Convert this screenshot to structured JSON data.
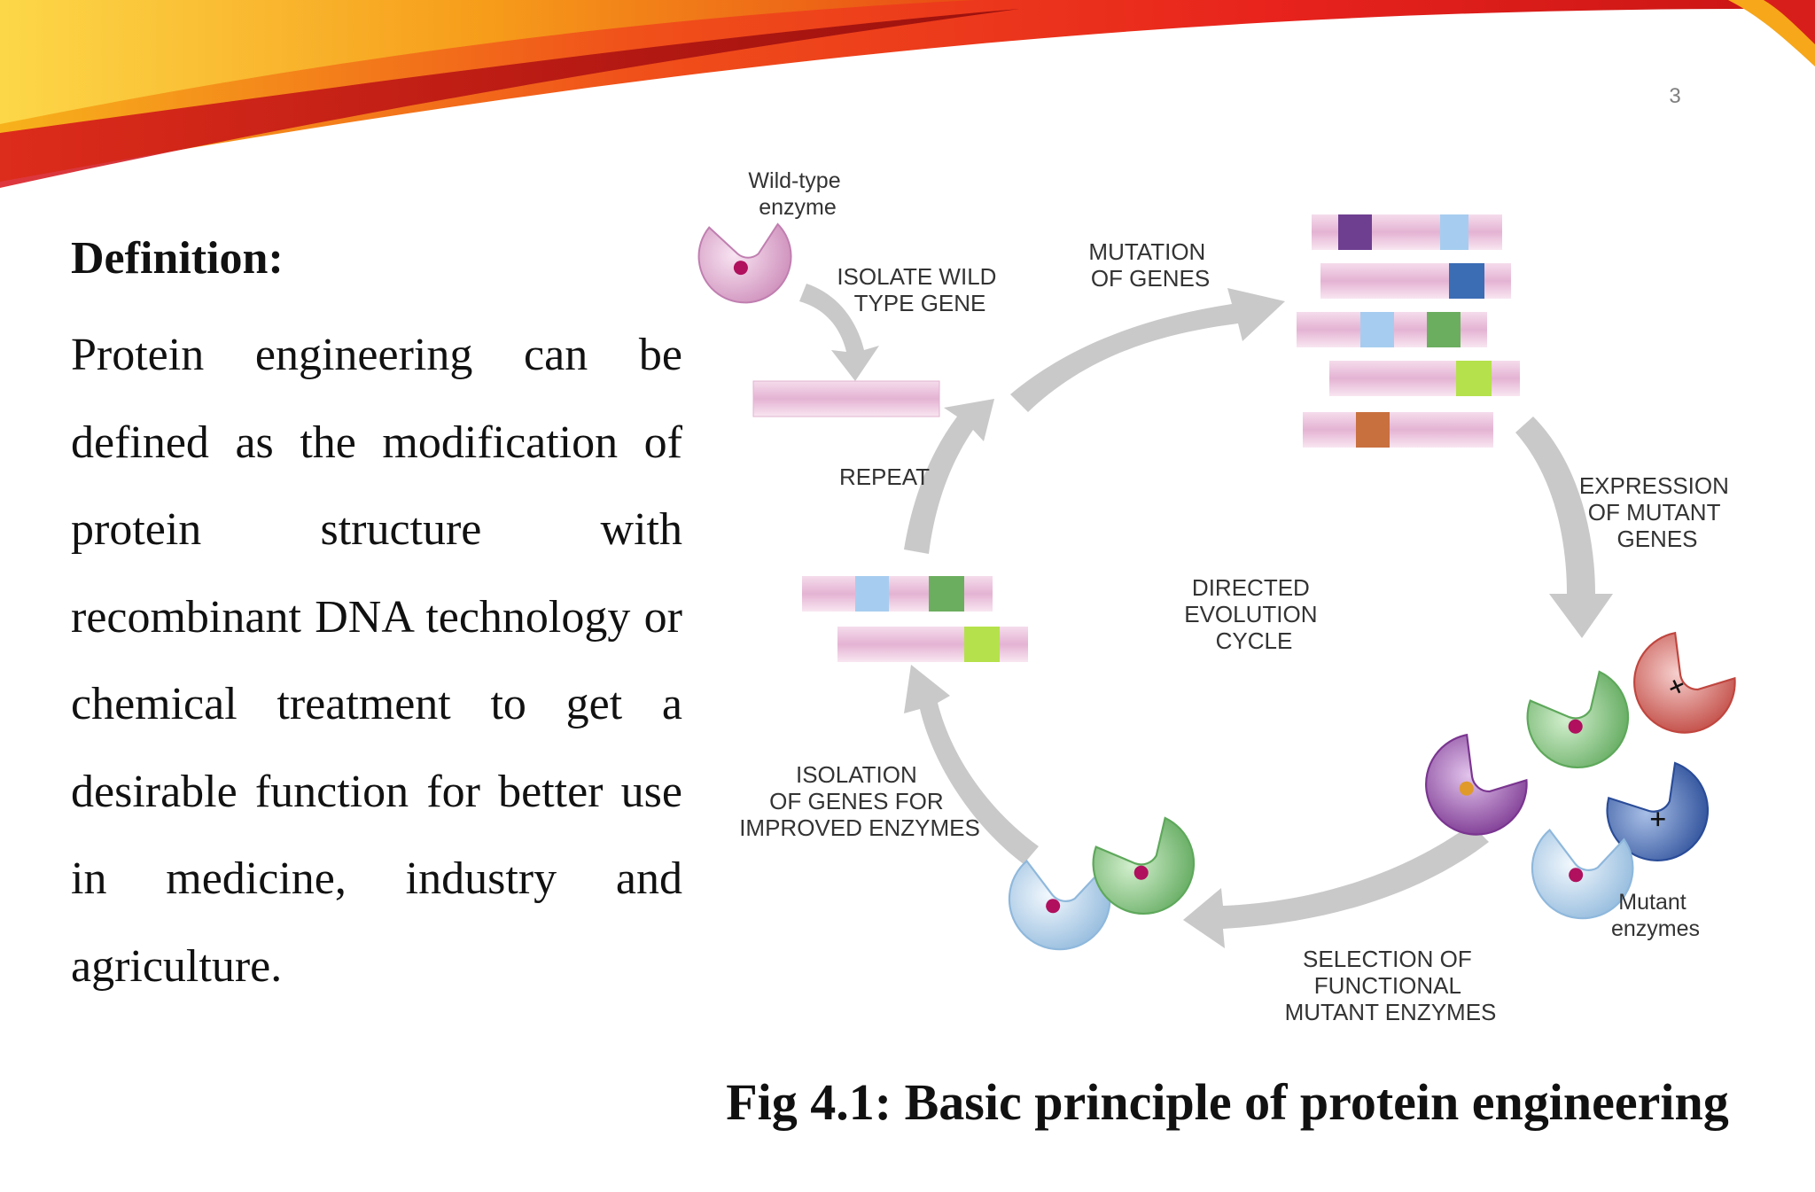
{
  "slide": {
    "page_number": "3",
    "definition_heading": "Definition:",
    "definition_body": "Protein engineering can be defined as the modification of protein structure with recombinant DNA technology or chemical treatment to get a desirable function for better use in medicine, industry and agriculture.",
    "figure_caption": "Fig 4.1: Basic principle of protein engineering"
  },
  "diagram": {
    "wild_type_enzyme": [
      "Wild-type",
      "enzyme"
    ],
    "isolate_wild_type_gene": [
      "ISOLATE WILD",
      "TYPE GENE"
    ],
    "mutation_of_genes": [
      "MUTATION",
      "OF GENES"
    ],
    "expression_of_mutant_genes": [
      "EXPRESSION",
      "OF MUTANT",
      "GENES"
    ],
    "repeat": "REPEAT",
    "directed_evolution_cycle": [
      "DIRECTED",
      "EVOLUTION",
      "CYCLE"
    ],
    "isolation_of_genes": [
      "ISOLATION",
      "OF GENES FOR",
      "IMPROVED ENZYMES"
    ],
    "selection_of_functional": [
      "SELECTION OF",
      "FUNCTIONAL",
      "MUTANT ENZYMES"
    ],
    "mutant_enzymes": [
      "Mutant",
      "enzymes"
    ],
    "colors": {
      "gene_strand": "#e8bfd9",
      "arrow": "#c8c8c8",
      "wild_enzyme": "#e2b0d3",
      "green_enzyme": "#8fca8a",
      "blue_enzyme": "#bcd8ef",
      "red_enzyme": "#d9736f",
      "dark_blue_enzyme": "#4064ad",
      "purple_enzyme": "#9a54ac",
      "active_site": "#b0105e"
    }
  }
}
